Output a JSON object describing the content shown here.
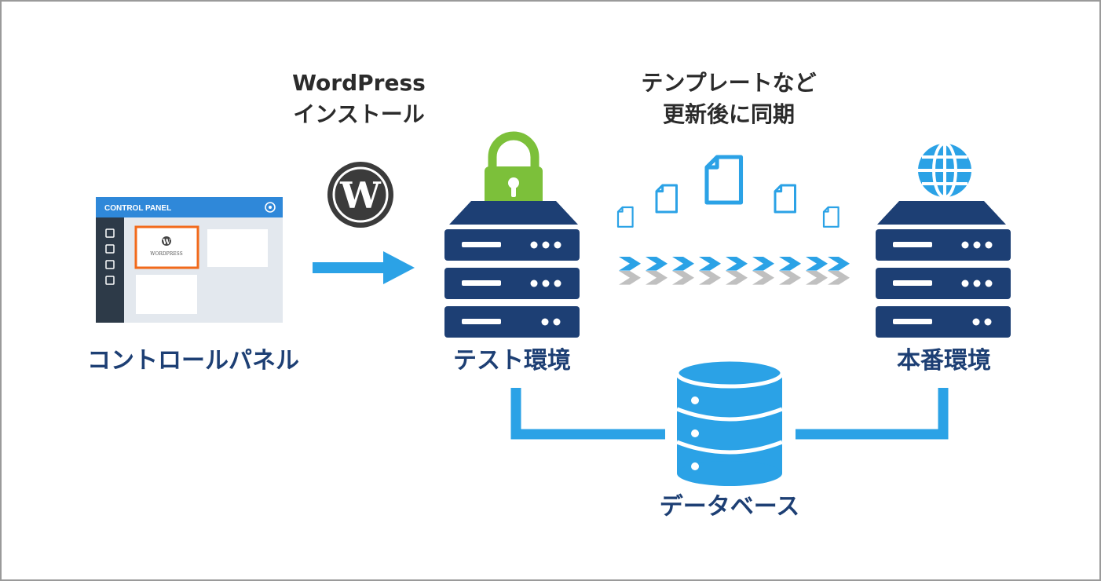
{
  "colors": {
    "navy": "#1d3f74",
    "blue": "#2ba2e6",
    "green": "#7cc03a",
    "gray": "#c0c0c0",
    "orange": "#f26a1b",
    "panel_bg": "#e3e8ee",
    "panel_sidebar": "#2d3a48",
    "panel_header": "#2f88d9"
  },
  "install_step": {
    "line1": "WordPress",
    "line2": "インストール"
  },
  "sync_step": {
    "line1": "テンプレートなど",
    "line2": "更新後に同期"
  },
  "control_panel": {
    "header": "CONTROL PANEL",
    "tile_logo_text": "WORDPRESS",
    "label": "コントロールパネル"
  },
  "test_env": {
    "label": "テスト環境",
    "badge_icon": "lock-icon"
  },
  "prod_env": {
    "label": "本番環境",
    "badge_icon": "globe-icon"
  },
  "database": {
    "label": "データベース",
    "icon": "database-icon"
  },
  "icons": {
    "wordpress": "wordpress-logo-icon",
    "files": "document-icon",
    "arrow": "arrow-right-icon",
    "chevrons": "chevron-right-icon",
    "server": "server-rack-icon"
  }
}
